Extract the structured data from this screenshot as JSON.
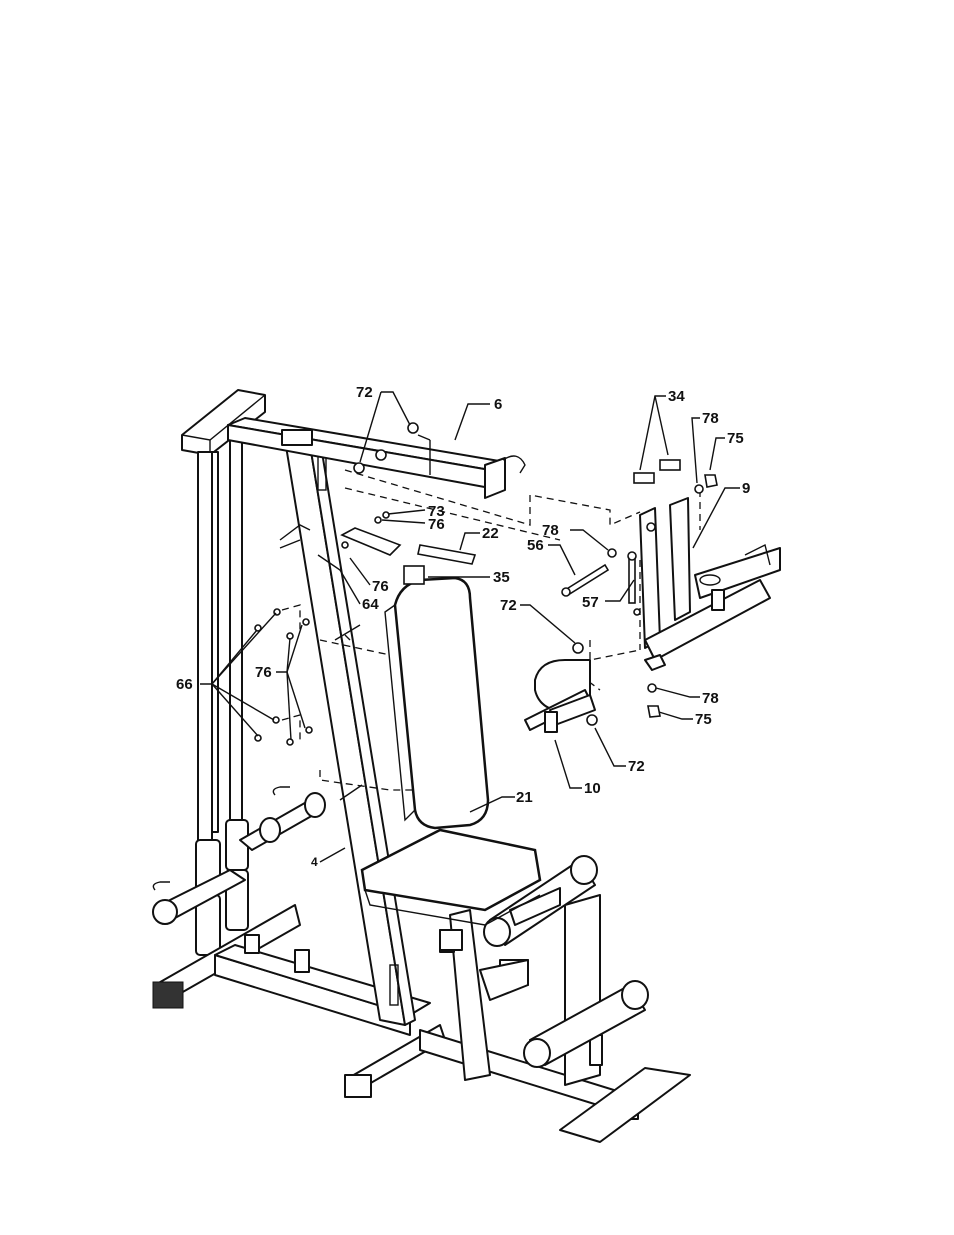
{
  "labels": {
    "p72a": "72",
    "p6": "6",
    "p34": "34",
    "p78a": "78",
    "p75a": "75",
    "p9": "9",
    "p73": "73",
    "p76a": "76",
    "p22": "22",
    "p78b": "78",
    "p56": "56",
    "p76b": "76",
    "p35": "35",
    "p57": "57",
    "p64": "64",
    "p72b": "72",
    "p66": "66",
    "p76c": "76",
    "p78c": "78",
    "p75b": "75",
    "p72c": "72",
    "p10": "10",
    "p21": "21",
    "p4": "4"
  }
}
